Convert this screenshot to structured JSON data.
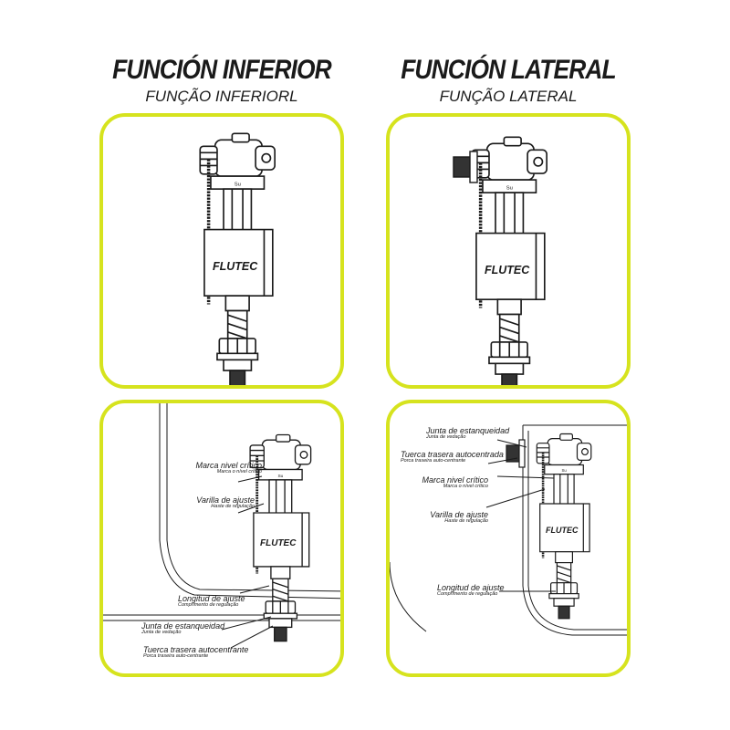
{
  "colors": {
    "panel_border": "#d6e31e",
    "line": "#1a1a1a"
  },
  "left": {
    "title": "FUNCIÓN INFERIOR",
    "subtitle": "FUNÇÃO INFERIORL"
  },
  "right": {
    "title": "FUNCIÓN LATERAL",
    "subtitle": "FUNÇÃO LATERAL"
  },
  "brand": "FLUTEC",
  "bottom_left_labels": [
    {
      "es": "Marca nivel crítico",
      "pt": "Marca o nível crítico"
    },
    {
      "es": "Varilla de ajuste",
      "pt": "Haste de regulação"
    },
    {
      "es": "Longitud de ajuste",
      "pt": "Comprimento de regulação"
    },
    {
      "es": "Junta de estanqueidad",
      "pt": "Junta de vedação"
    },
    {
      "es": "Tuerca trasera autocentrante",
      "pt": "Porca traseira auto-centrante"
    }
  ],
  "bottom_right_labels": [
    {
      "es": "Junta de estanqueidad",
      "pt": "Junta de vedação"
    },
    {
      "es": "Tuerca trasera autocentrada",
      "pt": "Porca traseira auto-centrante"
    },
    {
      "es": "Marca nivel crítico",
      "pt": "Marca o nível crítico"
    },
    {
      "es": "Varilla de ajuste",
      "pt": "Haste de regulação"
    },
    {
      "es": "Longitud de ajuste",
      "pt": "Comprimento de regulação"
    }
  ]
}
